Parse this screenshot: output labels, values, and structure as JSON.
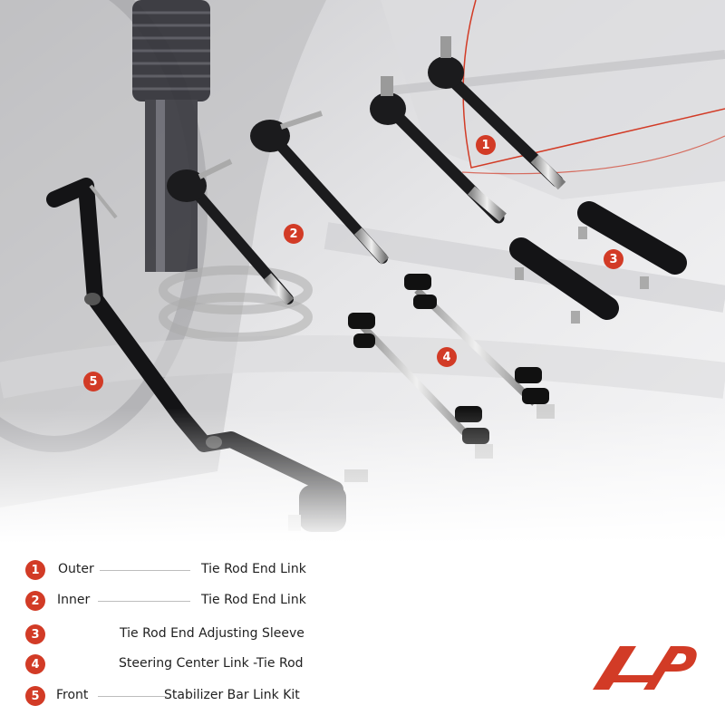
{
  "callouts": [
    {
      "id": "1"
    },
    {
      "id": "2"
    },
    {
      "id": "3"
    },
    {
      "id": "4"
    },
    {
      "id": "5"
    }
  ],
  "legend": [
    {
      "num": "1",
      "prefix": "Outer",
      "name": "Tie Rod End Link"
    },
    {
      "num": "2",
      "prefix": "Inner",
      "name": "Tie Rod End Link"
    },
    {
      "num": "3",
      "prefix": "",
      "name": "Tie Rod End Adjusting Sleeve"
    },
    {
      "num": "4",
      "prefix": "",
      "name": "Steering Center Link -Tie Rod"
    },
    {
      "num": "5",
      "prefix": "Front",
      "name": "Stabilizer Bar Link Kit"
    }
  ],
  "colors": {
    "accent": "#d23b26",
    "text": "#1f1f1f",
    "leader_line": "#bdbdbd"
  },
  "logo": {
    "icon": "brand-logo-icon"
  }
}
